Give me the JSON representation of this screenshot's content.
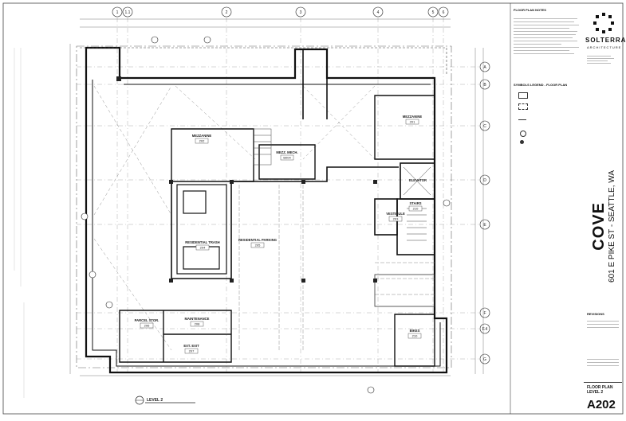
{
  "grid": {
    "columns": [
      "1",
      "1.1",
      "2",
      "3",
      "4",
      "5",
      "6"
    ],
    "rows": [
      "A",
      "B",
      "C",
      "D",
      "E",
      "F",
      "F.4",
      "G"
    ]
  },
  "rooms": [
    {
      "name": "MEZZANINE",
      "number": "202"
    },
    {
      "name": "MEZZANINE",
      "number": "201"
    },
    {
      "name": "MEZZ. MECH.",
      "number": "B004"
    },
    {
      "name": "ELEVATOR",
      "number": ""
    },
    {
      "name": "STAIRS",
      "number": "210"
    },
    {
      "name": "VESTIBULE",
      "number": "203"
    },
    {
      "name": "RESIDENTIAL TRASH",
      "number": "204"
    },
    {
      "name": "RESIDENTIAL PARKING",
      "number": "205"
    },
    {
      "name": "PARCEL STOR.",
      "number": "206"
    },
    {
      "name": "MAINTENANCE",
      "number": "208"
    },
    {
      "name": "EXT. EXIT",
      "number": "207"
    },
    {
      "name": "BIKES",
      "number": "210"
    }
  ],
  "plan_title": "LEVEL 2",
  "title_block": {
    "notes_heading": "FLOOR PLAN NOTES",
    "legend_heading": "SYMBOLS LEGEND - FLOOR PLAN",
    "firm_name": "SOLTERRA",
    "firm_sub": "ARCHITECTURE",
    "project_name": "COVE",
    "project_address": "601 E PIKE ST - SEATTLE, WA",
    "revisions_heading": "REVISIONS",
    "sheet_title_1": "FLOOR PLAN",
    "sheet_title_2": "LEVEL 2",
    "sheet_number": "A202"
  }
}
